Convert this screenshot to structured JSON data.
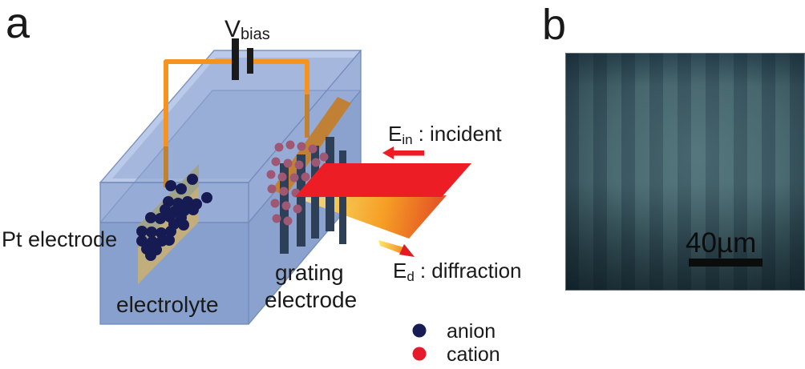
{
  "panels": {
    "a": {
      "label": "a",
      "vbias": {
        "main": "V",
        "sub": "bias"
      },
      "labels": {
        "pt_electrode": "Pt electrode",
        "electrolyte": "electrolyte",
        "grating_line1": "grating",
        "grating_line2": "electrode"
      },
      "incident": {
        "main": "E",
        "sub": "in",
        "rest": ": incident"
      },
      "diffraction": {
        "main": "E",
        "sub": "d",
        "rest": ": diffraction"
      },
      "legend": [
        {
          "label": "anion",
          "color": "#181c55"
        },
        {
          "label": "cation",
          "color": "#e8192c"
        }
      ],
      "anion_dots": {
        "r": 7,
        "color": "#171b54",
        "points": [
          [
            213,
            232
          ],
          [
            240,
            224
          ],
          [
            226,
            236
          ],
          [
            258,
            247
          ],
          [
            210,
            252
          ],
          [
            222,
            254
          ],
          [
            234,
            252
          ],
          [
            245,
            255
          ],
          [
            206,
            262
          ],
          [
            218,
            264
          ],
          [
            230,
            263
          ],
          [
            241,
            262
          ],
          [
            188,
            272
          ],
          [
            200,
            273
          ],
          [
            212,
            271
          ],
          [
            226,
            272
          ],
          [
            217,
            280
          ],
          [
            229,
            281
          ],
          [
            177,
            289
          ],
          [
            189,
            290
          ],
          [
            201,
            291
          ],
          [
            213,
            289
          ],
          [
            177,
            301
          ],
          [
            190,
            302
          ],
          [
            202,
            301
          ],
          [
            211,
            300
          ],
          [
            183,
            311
          ],
          [
            195,
            312
          ],
          [
            188,
            319
          ]
        ]
      },
      "cation_dots": {
        "r": 5.5,
        "color": "#9e5873",
        "points": [
          [
            348,
            184
          ],
          [
            362,
            181
          ],
          [
            376,
            183
          ],
          [
            390,
            186
          ],
          [
            404,
            196
          ],
          [
            344,
            202
          ],
          [
            359,
            204
          ],
          [
            373,
            206
          ],
          [
            394,
            203
          ],
          [
            338,
            218
          ],
          [
            352,
            221
          ],
          [
            367,
            222
          ],
          [
            381,
            221
          ],
          [
            339,
            236
          ],
          [
            354,
            239
          ],
          [
            369,
            241
          ],
          [
            343,
            254
          ],
          [
            357,
            257
          ],
          [
            371,
            261
          ],
          [
            345,
            273
          ],
          [
            359,
            276
          ]
        ]
      }
    },
    "b": {
      "label": "b",
      "scale_bar_label": "40µm"
    }
  },
  "colors": {
    "wire_orange": "#f6921e",
    "wire_submerged": "#c2812f",
    "beam_red": "#ec1d24",
    "grating_bar": "#c08136",
    "pt_plate": "#c2ad7c",
    "box_blue": "#8ba2cf"
  }
}
